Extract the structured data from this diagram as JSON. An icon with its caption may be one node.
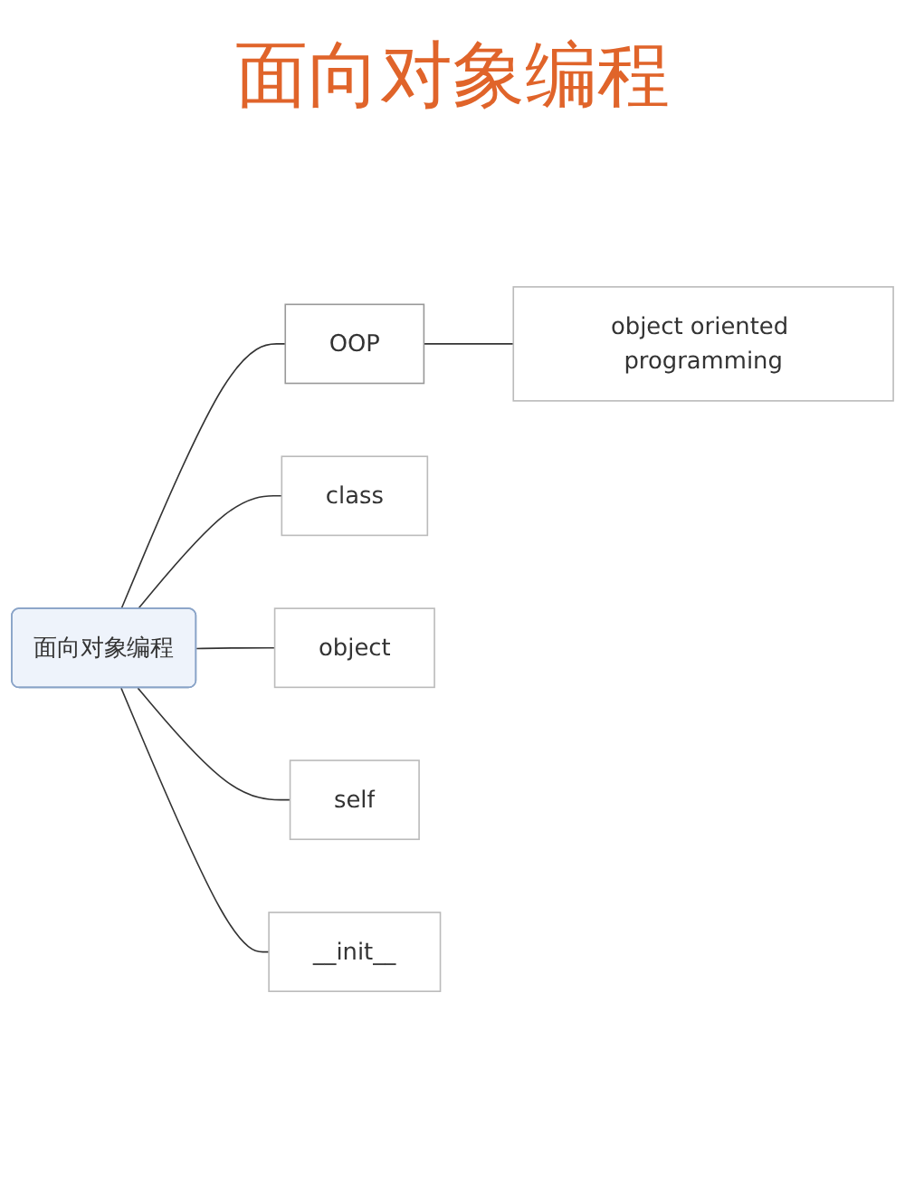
{
  "diagram": {
    "title": "面向对象编程",
    "nodes": [
      {
        "text": [
          "面向对象编程"
        ]
      },
      {
        "text": [
          "OOP"
        ]
      },
      {
        "text": [
          "object oriented programming"
        ]
      },
      {
        "text": [
          "class"
        ]
      },
      {
        "text": [
          "object"
        ]
      },
      {
        "text": [
          "self"
        ]
      },
      {
        "text": [
          "__init__"
        ]
      }
    ],
    "edges": [
      {
        "from": 0,
        "to": 1,
        "arrow": "none"
      },
      {
        "from": 1,
        "to": 2,
        "arrow": "none"
      },
      {
        "from": 0,
        "to": 3,
        "arrow": "none"
      },
      {
        "from": 0,
        "to": 4,
        "arrow": "none"
      },
      {
        "from": 0,
        "to": 5,
        "arrow": "none"
      },
      {
        "from": 0,
        "to": 6,
        "arrow": "none"
      }
    ]
  }
}
